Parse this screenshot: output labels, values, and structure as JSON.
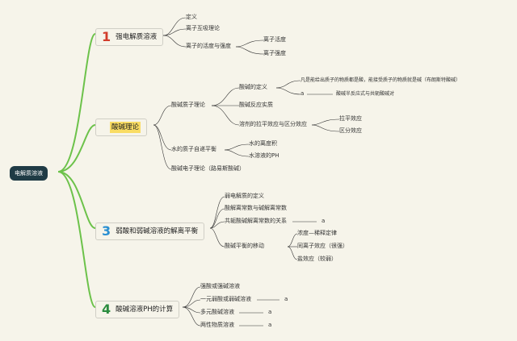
{
  "root": {
    "label": "电解质溶液"
  },
  "topics": [
    {
      "num": "1",
      "title": "强电解质溶液",
      "children": [
        {
          "label": "定义"
        },
        {
          "label": "离子互吸理论"
        },
        {
          "label": "离子的活度与强度",
          "children": [
            {
              "label": "离子活度"
            },
            {
              "label": "离子强度"
            }
          ]
        }
      ]
    },
    {
      "num": "",
      "title": "酸碱理论",
      "children": [
        {
          "label": "酸碱质子理论",
          "children": [
            {
              "label": "酸碱的定义",
              "children": [
                {
                  "label": "凡是能给出质子的物质都是酸，能接受质子的物质就是碱（布朗斯特酸碱）"
                },
                {
                  "label": "a",
                  "child": "酸碱半反应式与共轭酸碱对"
                }
              ]
            },
            {
              "label": "酸碱反应实质"
            },
            {
              "label": "溶剂的拉平效应与区分效应",
              "children": [
                {
                  "label": "拉平效应"
                },
                {
                  "label": "区分效应"
                }
              ]
            }
          ]
        },
        {
          "label": "水的质子自递平衡",
          "children": [
            {
              "label": "水的离度积"
            },
            {
              "label": "水溶液的PH"
            }
          ]
        },
        {
          "label": "酸碱电子理论（路易斯酸碱）"
        }
      ]
    },
    {
      "num": "3",
      "title": "弱酸和弱碱溶液的解离平衡",
      "children": [
        {
          "label": "弱电解质的定义"
        },
        {
          "label": "酸解离常数与碱解离常数"
        },
        {
          "label": "共轭酸碱解离常数的关系",
          "a": "a"
        },
        {
          "label": "酸碱平衡的移动",
          "children": [
            {
              "label": "浓度—稀释定律"
            },
            {
              "label": "同离子效应（很强）"
            },
            {
              "label": "盐效应（较弱）"
            }
          ]
        }
      ]
    },
    {
      "num": "4",
      "title": "酸碱溶液PH的计算",
      "children": [
        {
          "label": "强酸或强碱溶液"
        },
        {
          "label": "一元弱酸或弱碱溶液",
          "a": "a"
        },
        {
          "label": "多元酸碱溶液",
          "a": "a"
        },
        {
          "label": "两性物质溶液",
          "a": "a"
        }
      ]
    }
  ]
}
